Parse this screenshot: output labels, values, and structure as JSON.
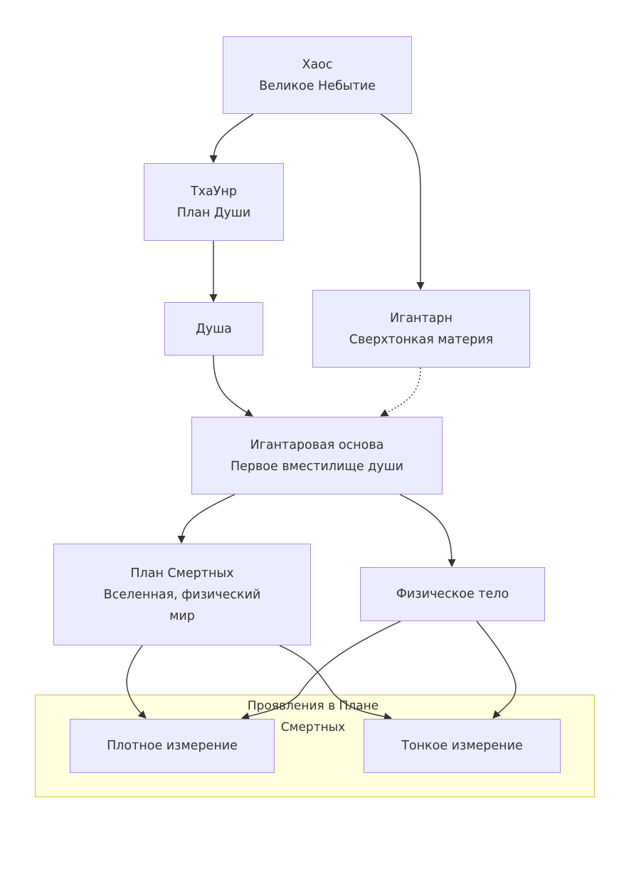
{
  "diagram": {
    "type": "flowchart",
    "direction": "TB",
    "colors": {
      "node_fill": "#ececff",
      "node_stroke": "#b18be3",
      "cluster_fill": "#ffffde",
      "cluster_stroke": "#c8c84e",
      "edge": "#333333",
      "text": "#333333"
    },
    "nodes": [
      {
        "id": "chaos",
        "label": "Хаос\nВеликое Небытие"
      },
      {
        "id": "thaunr",
        "label": "ТхаУнр\nПлан Души"
      },
      {
        "id": "soul",
        "label": "Душа"
      },
      {
        "id": "igantarn",
        "label": "Игантарн\nСверхтонкая материя"
      },
      {
        "id": "igantar_base",
        "label": "Игантаровая основа\nПервое вместилище души"
      },
      {
        "id": "mortal_plane",
        "label": "План Смертных\nВселенная, физический\nмир"
      },
      {
        "id": "physical_body",
        "label": "Физическое тело"
      },
      {
        "id": "dense_dim",
        "label": "Плотное измерение"
      },
      {
        "id": "subtle_dim",
        "label": "Тонкое измерение"
      }
    ],
    "cluster": {
      "id": "manifestations",
      "label": "Проявления в Плане\nСмертных",
      "members": [
        "dense_dim",
        "subtle_dim"
      ]
    },
    "edges": [
      {
        "from": "chaos",
        "to": "thaunr",
        "style": "solid"
      },
      {
        "from": "chaos",
        "to": "igantarn",
        "style": "solid"
      },
      {
        "from": "thaunr",
        "to": "soul",
        "style": "solid"
      },
      {
        "from": "soul",
        "to": "igantar_base",
        "style": "solid"
      },
      {
        "from": "igantarn",
        "to": "igantar_base",
        "style": "dotted"
      },
      {
        "from": "igantar_base",
        "to": "mortal_plane",
        "style": "solid"
      },
      {
        "from": "igantar_base",
        "to": "physical_body",
        "style": "solid"
      },
      {
        "from": "mortal_plane",
        "to": "dense_dim",
        "style": "solid"
      },
      {
        "from": "mortal_plane",
        "to": "subtle_dim",
        "style": "solid"
      },
      {
        "from": "physical_body",
        "to": "dense_dim",
        "style": "solid"
      },
      {
        "from": "physical_body",
        "to": "subtle_dim",
        "style": "solid"
      }
    ]
  }
}
